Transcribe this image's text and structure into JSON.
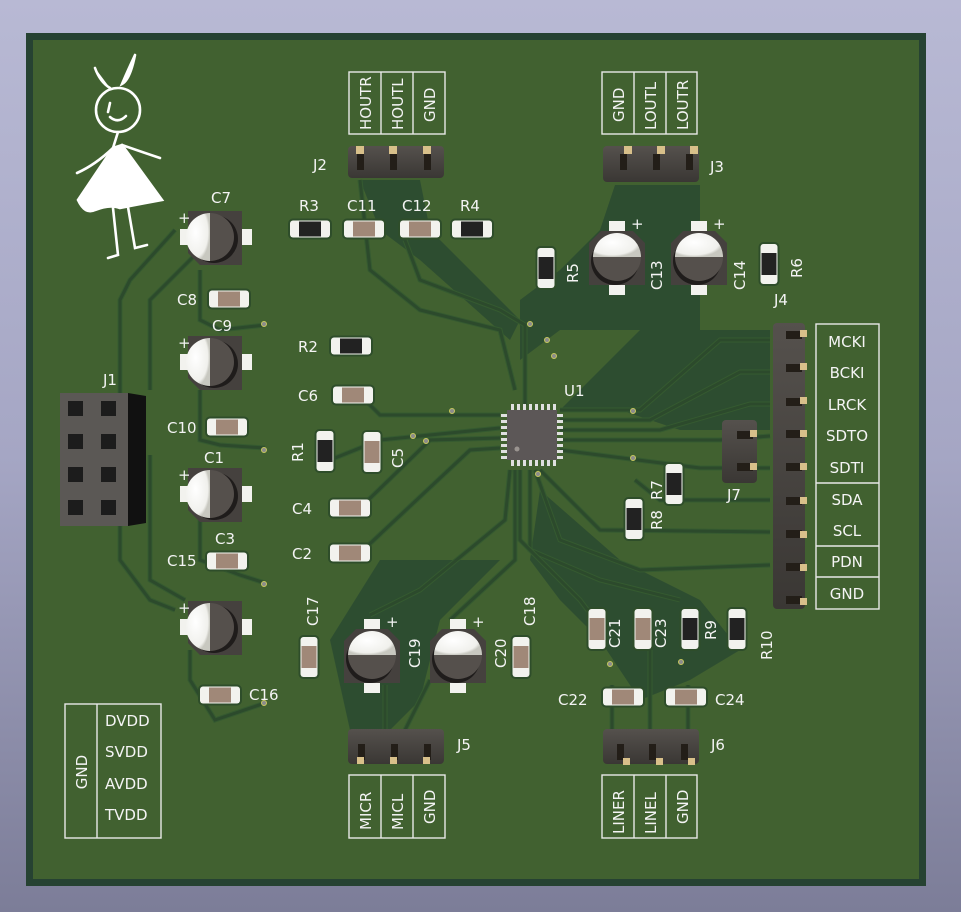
{
  "viewer": {
    "description": "KiCad 3D viewer render of a PCB top side",
    "colors": {
      "background_top": "#b8b9d4",
      "background_bottom": "#7c7d98",
      "board_edge": "#264232",
      "soldermask": "#416130",
      "copper_pour": "#2a4a30",
      "silkscreen": "#f4f4f4",
      "header_body": "#4a4744",
      "pin_gold": "#d8c08a",
      "capacitor_body": "#a08878",
      "resistor_body": "#222222"
    }
  },
  "logo": {
    "name": "stick-figure-girl"
  },
  "connectors": {
    "J1": {
      "ref": "J1",
      "type": "2x4 female header",
      "labels_left": [
        "GND"
      ],
      "labels_right": [
        "DVDD",
        "SVDD",
        "AVDD",
        "TVDD"
      ]
    },
    "J2": {
      "ref": "J2",
      "type": "1x3 pin header",
      "labels": [
        "HOUTR",
        "HOUTL",
        "GND"
      ]
    },
    "J3": {
      "ref": "J3",
      "type": "1x3 pin header",
      "labels": [
        "GND",
        "LOUTL",
        "LOUTR"
      ]
    },
    "J4": {
      "ref": "J4",
      "type": "1x9 pin header",
      "labels": [
        "MCKI",
        "BCKI",
        "LRCK",
        "SDTO",
        "SDTI",
        "SDA",
        "SCL",
        "PDN",
        "GND"
      ]
    },
    "J5": {
      "ref": "J5",
      "type": "1x3 pin header",
      "labels": [
        "MICR",
        "MICL",
        "GND"
      ]
    },
    "J6": {
      "ref": "J6",
      "type": "1x3 pin header",
      "labels": [
        "LINER",
        "LINEL",
        "GND"
      ]
    },
    "J7": {
      "ref": "J7",
      "type": "1x2 pin header"
    }
  },
  "ic": {
    "ref": "U1",
    "package": "QFN-32"
  },
  "refs": {
    "C1": "C1",
    "C2": "C2",
    "C3": "C3",
    "C4": "C4",
    "C5": "C5",
    "C6": "C6",
    "C7": "C7",
    "C8": "C8",
    "C9": "C9",
    "C10": "C10",
    "C11": "C11",
    "C12": "C12",
    "C13": "C13",
    "C14": "C14",
    "C15": "C15",
    "C16": "C16",
    "C17": "C17",
    "C18": "C18",
    "C19": "C19",
    "C20": "C20",
    "C21": "C21",
    "C22": "C22",
    "C23": "C23",
    "C24": "C24",
    "R1": "R1",
    "R2": "R2",
    "R3": "R3",
    "R4": "R4",
    "R5": "R5",
    "R6": "R6",
    "R7": "R7",
    "R8": "R8",
    "R9": "R9",
    "R10": "R10"
  },
  "polarity_mark": "+"
}
